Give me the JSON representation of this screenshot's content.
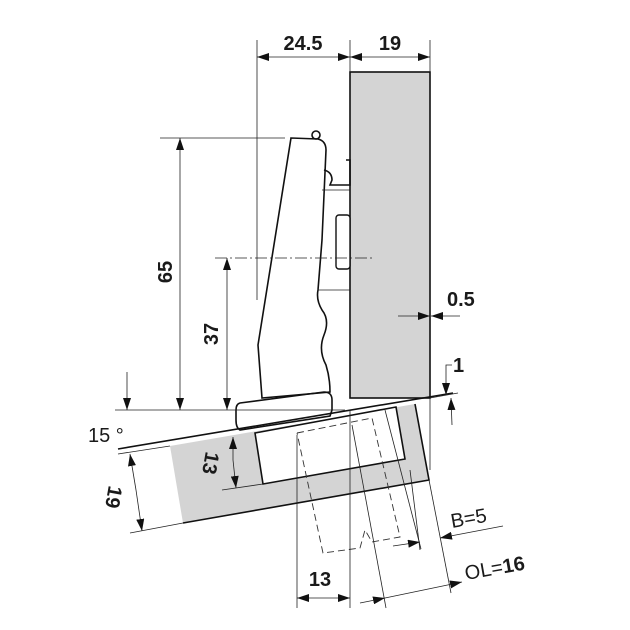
{
  "drawing": {
    "dims": {
      "arm_offset": "24.5",
      "side_thickness": "19",
      "height_total": "65",
      "height_center": "37",
      "gap": "0.5",
      "clearance": "1",
      "angle": "15 °",
      "cup_depth": "13",
      "door_thickness": "19",
      "cup_distance": "13",
      "boring_distance": "B=5",
      "overlay_prefix": "OL=",
      "overlay_value": "16"
    },
    "colors": {
      "panel_fill": "#d4d4d4",
      "line": "#111111"
    }
  }
}
